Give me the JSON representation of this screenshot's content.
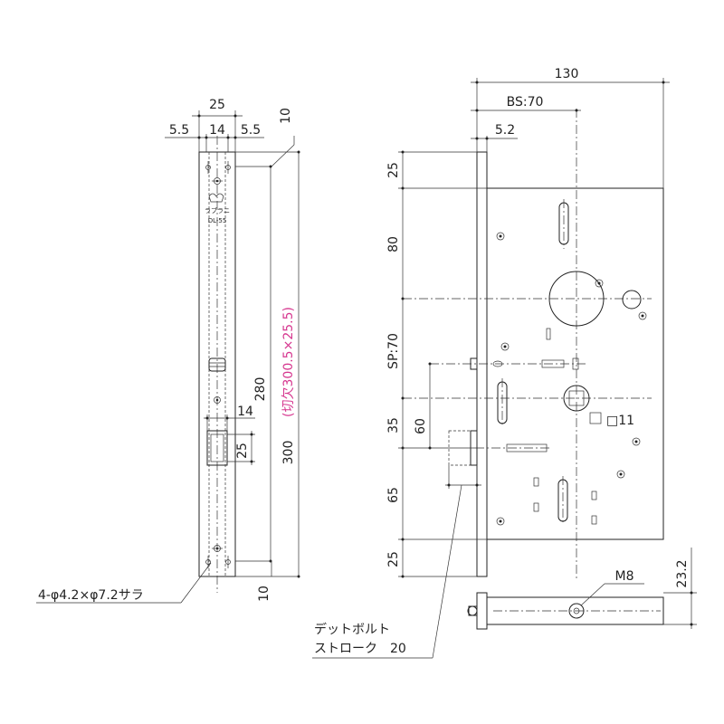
{
  "front_plate": {
    "dims": {
      "width_total": "25",
      "left_margin": "5.5",
      "center_width": "14",
      "right_margin": "5.5",
      "top_offset": "10",
      "bottom_offset": "10",
      "screw_pitch": "280",
      "plate_length": "300",
      "cutout_note": "(切欠300.5×25.5)",
      "bolt_hole_width": "14",
      "bolt_hole_height": "25"
    },
    "logo_text": "ラブラニ",
    "model_text": "DL-55",
    "hole_note": "4-φ4.2×φ7.2サラ"
  },
  "side_view": {
    "dims": {
      "overall_depth": "130",
      "backset": "BS:70",
      "faceplate_thickness": "5.2",
      "top_to_hole": "25",
      "hole_upper": "80",
      "spindle_pitch": "SP:70",
      "deadbolt_offset": "60",
      "lower_segment": "35",
      "bottom_segment": "65",
      "bottom_margin": "25",
      "square_hole": "□11",
      "body_thickness": "23.2",
      "screw_size": "M8"
    },
    "deadbolt_label_line1": "デットボルト",
    "deadbolt_label_line2": "ストローク　20"
  }
}
